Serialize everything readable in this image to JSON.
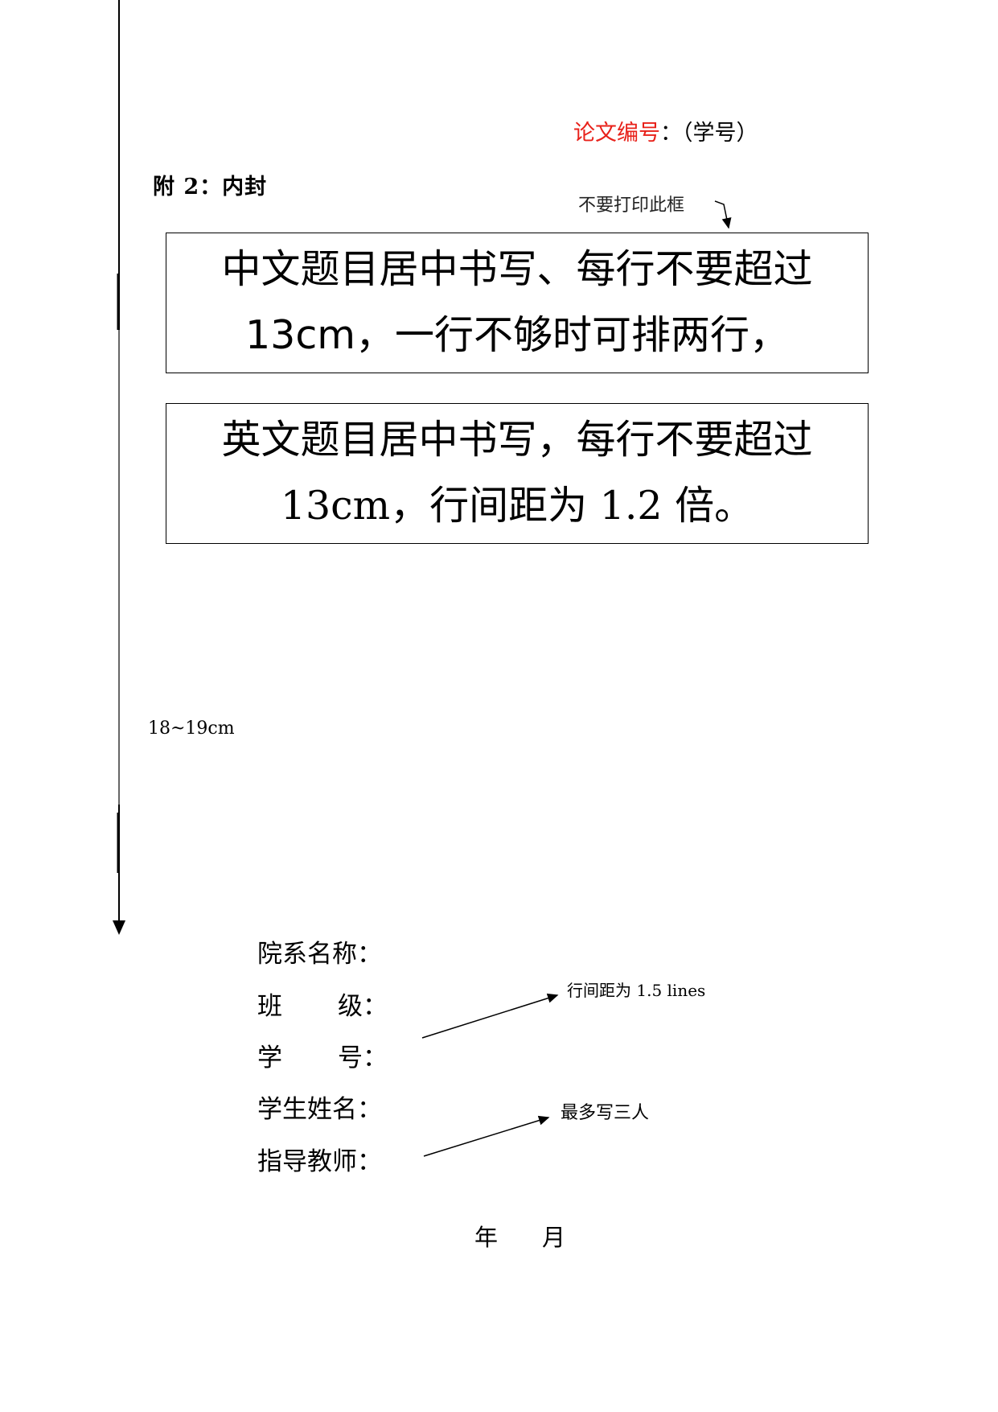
{
  "header": {
    "paper_number_label": "论文编号",
    "paper_number_hint": "：（学号）"
  },
  "appendix_title": "附 2：内封",
  "box_note": "不要打印此框",
  "chinese_title_box": {
    "line1": "中文题目居中书写、每行不要超过",
    "line2": "13cm，一行不够时可排两行，"
  },
  "english_title_box": {
    "line1": "英文题目居中书写，每行不要超过",
    "line2": "13cm，行间距为 1.2 倍。"
  },
  "range_label": "18~19cm",
  "info_fields": [
    {
      "label": "院系名称："
    },
    {
      "label_a": "班",
      "label_b": "级："
    },
    {
      "label_a": "学",
      "label_b": "号："
    },
    {
      "label": "学生姓名："
    },
    {
      "label": "指导教师："
    }
  ],
  "notes": {
    "line_spacing": "行间距为 1.5 lines",
    "max_people": "最多写三人"
  },
  "date": {
    "year": "年",
    "month": "月"
  },
  "colors": {
    "accent_red": "#e8211a"
  }
}
